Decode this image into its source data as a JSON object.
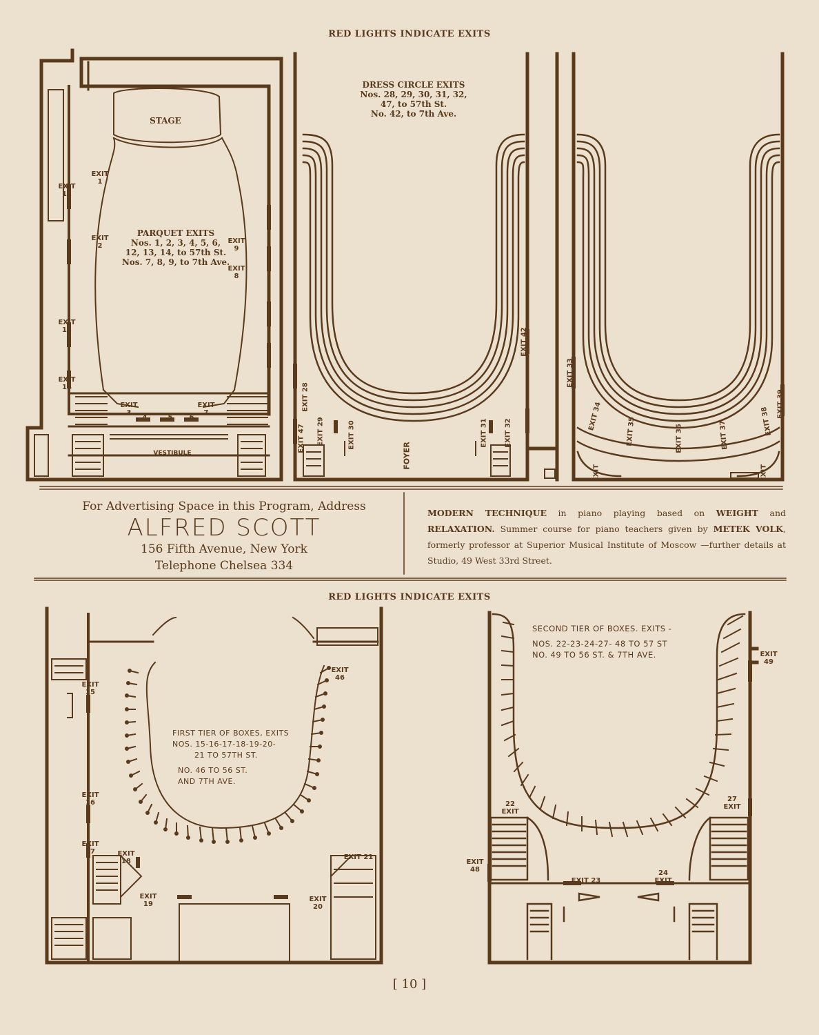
{
  "header_top": "RED LIGHTS INDICATE EXITS",
  "header_mid": "RED LIGHTS INDICATE EXITS",
  "parquet": {
    "stage": "STAGE",
    "vestibule": "VESTIBULE",
    "title": "PARQUET EXITS",
    "lines": [
      "Nos. 1, 2, 3, 4, 5, 6,",
      "12, 13, 14, to 57th St.",
      "Nos. 7, 8, 9, to 7th Ave."
    ],
    "exits": [
      "EXIT 1",
      "EXIT 2",
      "EXIT 3",
      "4",
      "5",
      "6",
      "EXIT 7",
      "EXIT 8",
      "EXIT 9",
      "EXIT 12",
      "EXIT 13",
      "EXIT 14"
    ]
  },
  "dress_circle": {
    "title": "DRESS CIRCLE EXITS",
    "lines": [
      "Nos. 28, 29, 30, 31, 32,",
      "47, to 57th St.",
      "No. 42, to 7th Ave."
    ],
    "foyer": "FOYER",
    "exits": [
      "EXIT 28",
      "EXIT 29",
      "EXIT 30",
      "EXIT 31",
      "EXIT 32",
      "EXIT 42",
      "EXIT 47"
    ]
  },
  "balcony": {
    "exits": [
      "EXIT 33",
      "EXIT 34",
      "EXIT 35",
      "EXIT 36",
      "EXIT 37",
      "EXIT 38",
      "EXIT 39",
      "EXIT",
      "EXIT"
    ]
  },
  "ad_left": {
    "line1": "For Advertising Space in this Program, Address",
    "name": "ALFRED SCOTT",
    "address": "156 Fifth Avenue, New York",
    "phone": "Telephone Chelsea 334"
  },
  "ad_right": {
    "b1": "MODERN TECHNIQUE",
    "t1": " in piano playing based on ",
    "b2": "WEIGHT",
    "t2": " and ",
    "b3": "RELAXATION.",
    "t3": " Summer course for piano teachers given by ",
    "b4": "METEK VOLK",
    "t4": ", formerly professor at Superior Musical Institute of Moscow —further details at Studio, 49 West 33rd Street."
  },
  "first_tier": {
    "lines": [
      "FIRST TIER OF BOXES, EXITS",
      "NOS. 15-16-17-18-19-20-",
      "21 TO 57TH ST.",
      "NO. 46 TO 56 ST.",
      "AND 7TH AVE."
    ],
    "exits": [
      "EXIT 15",
      "EXIT 16",
      "EXIT 17",
      "EXIT 18",
      "EXIT 19",
      "EXIT 20",
      "EXIT 21",
      "EXIT 46"
    ]
  },
  "second_tier": {
    "lines": [
      "SECOND TIER OF BOXES. EXITS -",
      "NOS. 22-23-24-27- 48 TO 57 ST",
      "NO. 49 TO 56 ST. & 7TH AVE."
    ],
    "exits": [
      "EXIT 49",
      "27 EXIT",
      "22 EXIT",
      "EXIT 48",
      "EXIT 23",
      "24 EXIT"
    ]
  },
  "page_number": "[ 10 ]"
}
